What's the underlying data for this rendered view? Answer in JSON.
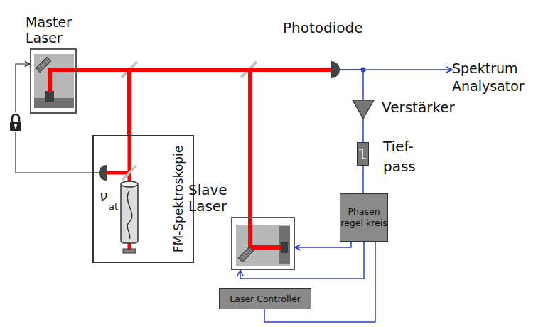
{
  "diagram": {
    "nodes": [
      {
        "text": [
          "Master Laser"
        ]
      },
      {
        "text": [
          "FM-Spektroskopie"
        ]
      },
      {
        "text": [
          "Photodiode"
        ]
      },
      {
        "text": [
          "Spektrum Analysator"
        ]
      },
      {
        "text": [
          "Verstärker"
        ]
      },
      {
        "text": [
          "Tief- pass"
        ]
      },
      {
        "text": [
          "Phasen regel kreis"
        ]
      },
      {
        "text": [
          "Slave Laser"
        ]
      },
      {
        "text": [
          "Laser Controller"
        ]
      }
    ],
    "edges": [
      {
        "from": 0,
        "to": 2,
        "arrow": "none"
      },
      {
        "from": 0,
        "to": 1,
        "arrow": "none"
      },
      {
        "from": 7,
        "to": 2,
        "arrow": "none"
      },
      {
        "from": 2,
        "to": 3,
        "arrow": "to"
      },
      {
        "from": 2,
        "to": 4,
        "arrow": "none"
      },
      {
        "from": 4,
        "to": 5,
        "arrow": "none"
      },
      {
        "from": 5,
        "to": 6,
        "arrow": "none"
      },
      {
        "from": 6,
        "to": 7,
        "arrow": "to"
      },
      {
        "from": 6,
        "to": 7,
        "arrow": "to"
      },
      {
        "from": 8,
        "to": 6,
        "arrow": "none"
      },
      {
        "from": 1,
        "to": 0,
        "arrow": "to"
      }
    ],
    "labels": [
      "ν",
      "at"
    ]
  }
}
